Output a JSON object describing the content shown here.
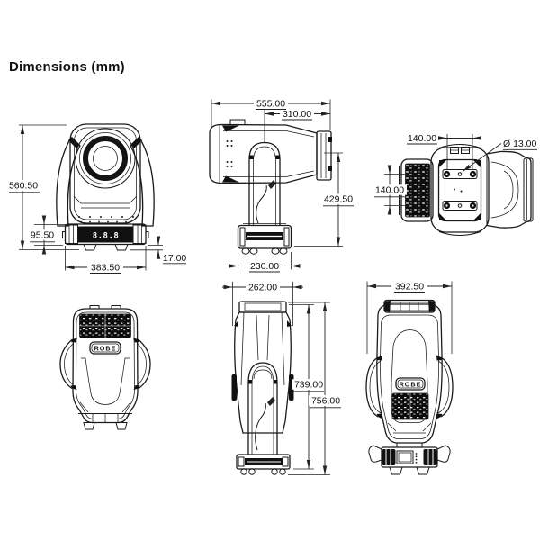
{
  "title": "Dimensions (mm)",
  "brand_logo": "ROBE",
  "display_readout": "8.8.8",
  "views": {
    "front": {
      "dims": {
        "overall_height_mm": "560.50",
        "base_height_mm": "95.50",
        "base_width_mm": "383.50",
        "foot_height_mm": "17.00"
      }
    },
    "side_head_forward": {
      "dims": {
        "overall_length_mm": "555.00",
        "front_to_pan_axis_mm": "310.00",
        "tilt_axis_height_mm": "429.50",
        "base_depth_mm": "230.00"
      }
    },
    "base_bottom": {
      "dims": {
        "mount_hole_spacing_h_mm": "140.00",
        "mount_hole_spacing_v_mm": "140.00",
        "mount_hole_diameter_mm": "Ø 13.00"
      }
    },
    "side_head_up": {
      "dims": {
        "depth_mm": "262.00",
        "height_to_base_mm": "739.00",
        "overall_height_mm": "756.00"
      }
    },
    "rear_head_up": {
      "dims": {
        "overall_width_mm": "392.50"
      }
    }
  }
}
